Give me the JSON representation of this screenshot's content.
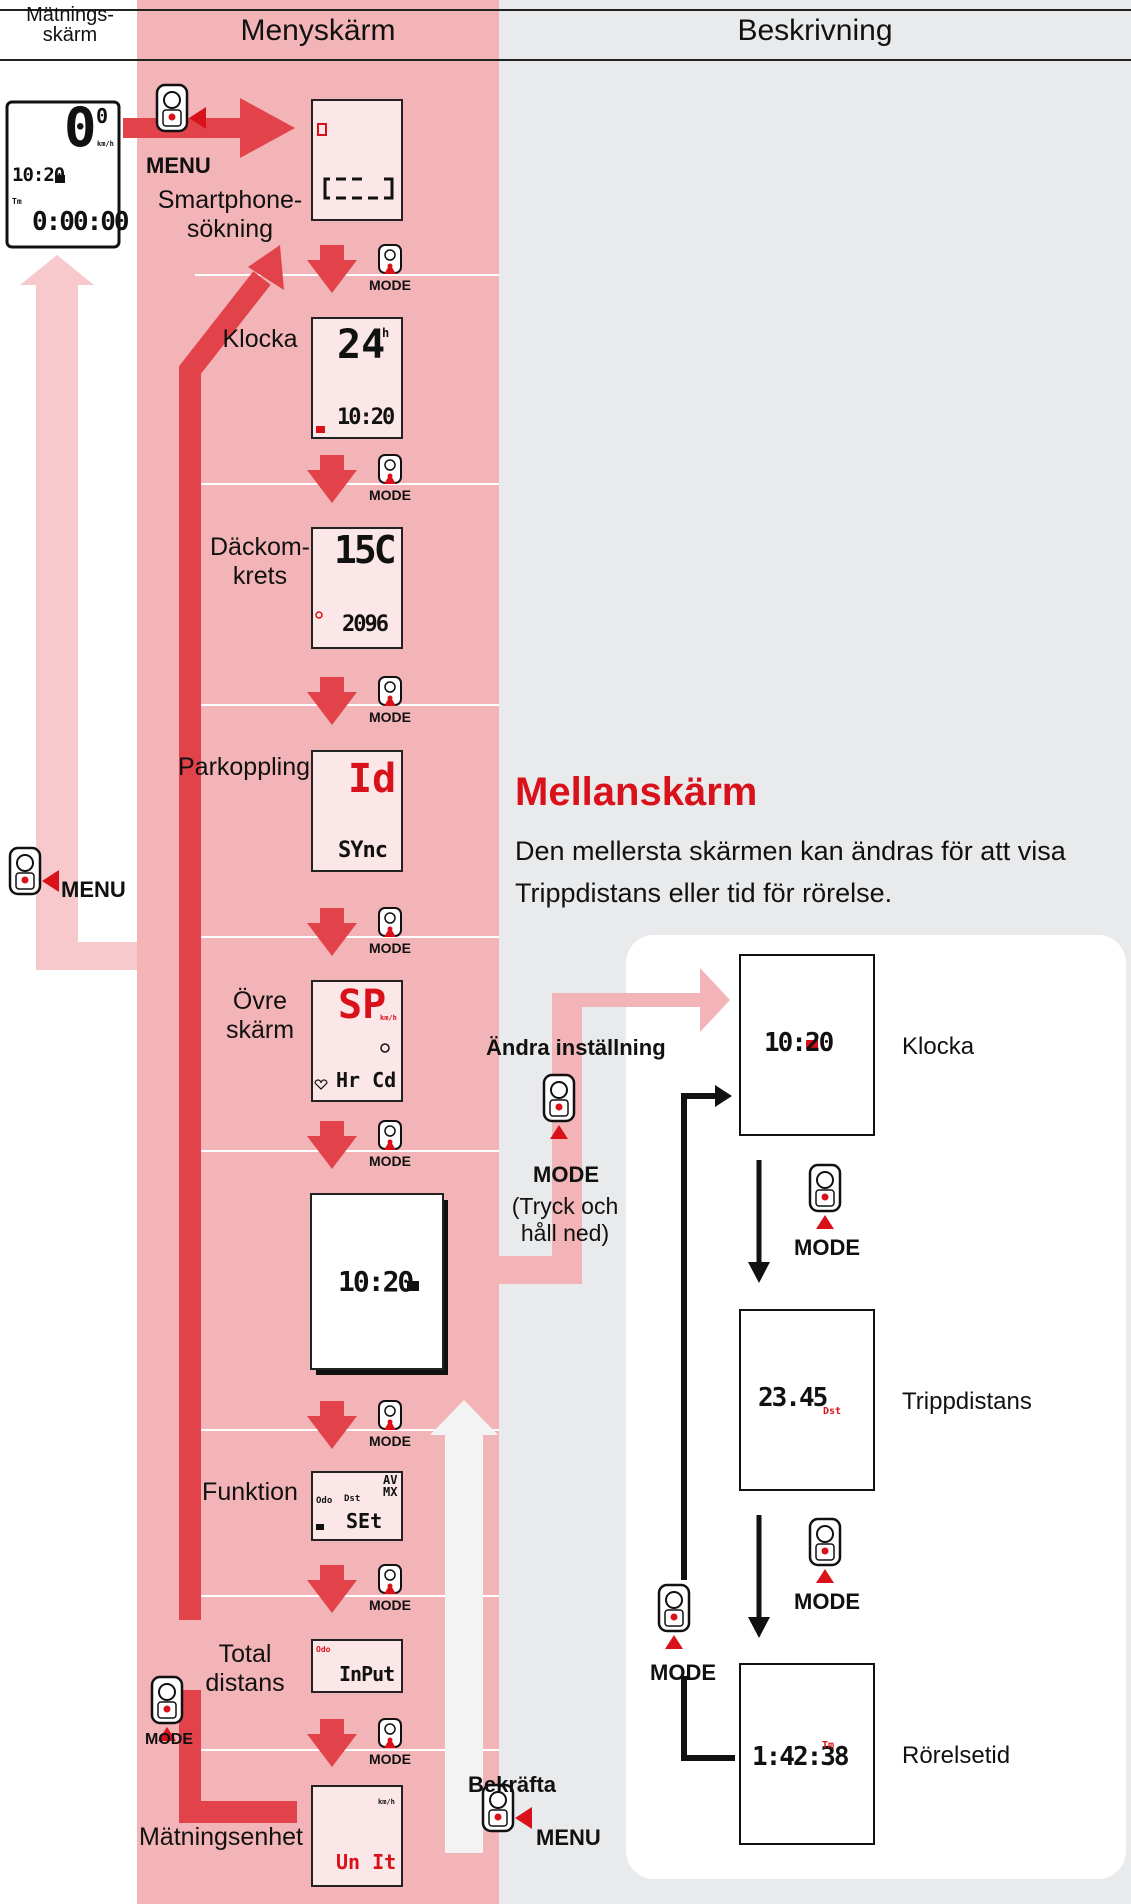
{
  "header": {
    "left": "Mätnings-\nskärm",
    "middle": "Menyskärm",
    "right": "Beskrivning"
  },
  "menu_items": {
    "smartphone": "Smartphone-\nsökning",
    "clock": "Klocka",
    "tire": "Däckom-\nkrets",
    "pairing": "Parkoppling",
    "upper": "Övre\nskärm",
    "function": "Funktion",
    "total": "Total\ndistans",
    "unit": "Mätningsenhet"
  },
  "buttons": {
    "menu": "MENU",
    "mode": "MODE",
    "change_setting": "Ändra inställning",
    "press_hold": "(Tryck och\nhåll ned)",
    "confirm": "Bekräfta"
  },
  "lcd": {
    "measure_speed": "0",
    "measure_speed_dec": "0",
    "unit_kmh": "km/h",
    "clock": "10:20",
    "tm": "Tm",
    "measure_time": "0:00:00",
    "clock_24": "24",
    "clock_h": "h",
    "tire_code": "15C",
    "tire_size": "2096",
    "pair_id": "Id",
    "pair_sync": "SYnc",
    "upper_sp": "SP",
    "upper_bottom": "Hr Cd",
    "func_odo": "Odo",
    "func_dst": "Dst",
    "func_avmx": "AV\nMX",
    "func_set": "SEt",
    "total_odo": "Odo",
    "total_input": "InPut",
    "unit_unit": "Un It",
    "middle_clock": "10:20",
    "dst_value": "23.45",
    "dst_unit": "Dst",
    "tm_value": "1:42:38",
    "tm_unit": "Tm"
  },
  "description": {
    "title": "Mellanskärm",
    "text": "Den mellersta skärmen kan ändras för att visa Trippdistans eller tid för rörelse.",
    "items": [
      "Klocka",
      "Trippdistans",
      "Rörelsetid"
    ]
  },
  "colors": {
    "pink_band": "#f3b4b8",
    "light_pink": "#f7c9cc",
    "red": "#e2434b",
    "grey_panel": "#e9eaec",
    "card": "#ffffff"
  }
}
